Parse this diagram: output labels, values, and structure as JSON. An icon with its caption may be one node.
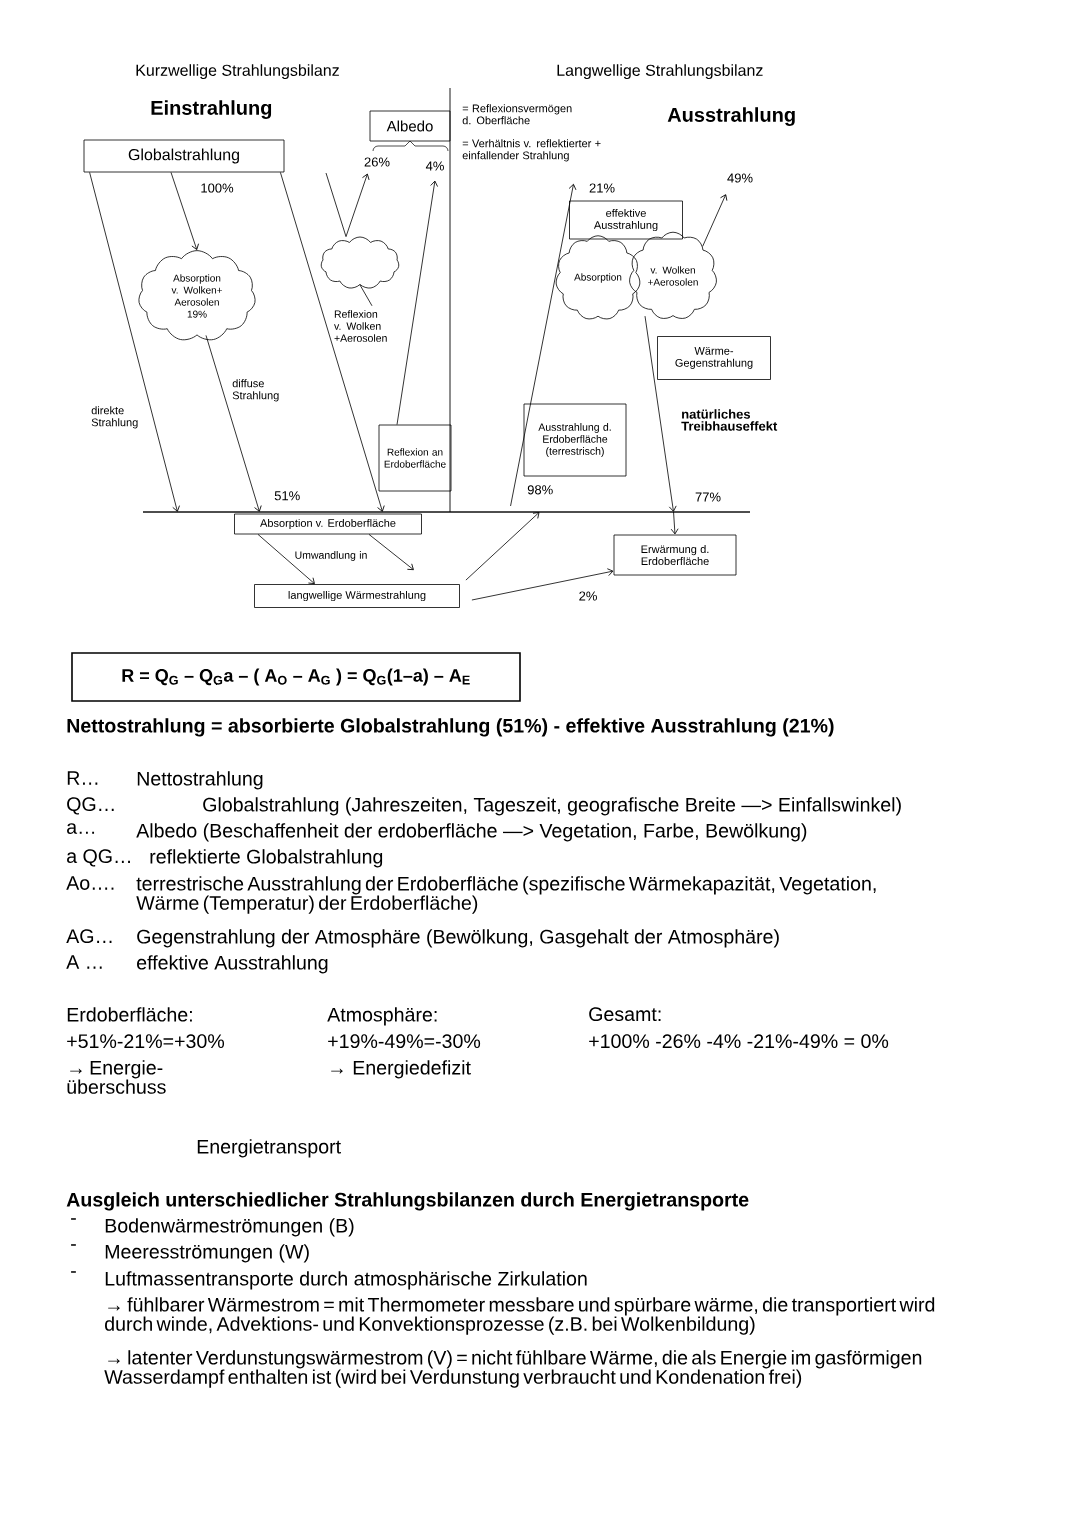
{
  "diagram": {
    "nodes": [
      {
        "text": [
          "Globalstrahlung"
        ]
      },
      {
        "text": [
          "Albedo"
        ]
      },
      {
        "text": [
          "Absorption v. Wolken+ Aerosolen",
          "19%"
        ]
      },
      {
        "text": [],
        "shape": "cloud"
      },
      {
        "text": [
          "Reflexion v. Wolken +Aerosolen"
        ]
      },
      {
        "text": [
          "Reflexion an Erdoberfläche"
        ]
      },
      {
        "text": [],
        "shape": "line"
      },
      {
        "text": [
          "Absorption v. Erdoberfläche"
        ]
      },
      {
        "text": [
          "langwellige Wärmestrahlung"
        ]
      },
      {
        "text": [
          "effektive Ausstrahlung"
        ]
      },
      {
        "text": [
          "Absorption"
        ]
      },
      {
        "text": [
          "v. Wolken +Aerosolen"
        ]
      },
      {
        "text": [
          "Wärme- Gegenstrahlung"
        ]
      },
      {
        "text": [
          "Ausstrahlung d. Erdoberfläche (terrestrisch)"
        ]
      },
      {
        "text": [
          "Erwärmung d. Erdoberfläche"
        ]
      },
      {
        "text": [
          "R = Q$_{G}$ – Q$_{G}$a – ( A$_{O}$ – A$_{G}$ ) = Q$_{G}$(1–a) – A$_{E}$"
        ]
      }
    ],
    "edges": [
      {
        "from": 0,
        "to": 6,
        "arrow": "to",
        "label": "direkte Strahlung"
      },
      {
        "from": 0,
        "to": 2,
        "arrow": "to",
        "label": "100%"
      },
      {
        "from": 2,
        "to": 6,
        "arrow": "to",
        "label": "diffuse Strahlung"
      },
      {
        "from": 0,
        "to": 6,
        "arrow": "to"
      },
      {
        "from": null,
        "to": 3,
        "arrow": "none"
      },
      {
        "from": 3,
        "to": 1,
        "arrow": "to",
        "label": "26%"
      },
      {
        "from": 4,
        "to": 3,
        "arrow": "none"
      },
      {
        "from": 5,
        "to": 1,
        "arrow": "to",
        "label": "4%"
      },
      {
        "from": 7,
        "to": 8,
        "arrow": "to",
        "label": "Umwandlung in"
      },
      {
        "from": 7,
        "to": 8,
        "arrow": "to"
      },
      {
        "from": 8,
        "to": 6,
        "arrow": "to"
      },
      {
        "from": 8,
        "to": 14,
        "arrow": "to",
        "label": "2%"
      },
      {
        "from": 6,
        "to": 9,
        "arrow": "to",
        "label": "21%"
      },
      {
        "from": 11,
        "to": null,
        "arrow": "to",
        "label": "49%"
      },
      {
        "from": 11,
        "to": 6,
        "arrow": "to",
        "label": "77%"
      },
      {
        "from": 6,
        "to": 14,
        "arrow": "to"
      }
    ],
    "labels": [
      "Kurzwellige Strahlungsbilanz",
      "Einstrahlung",
      "Langwellige Strahlungsbilanz",
      "= Reflexionsvermögen d. Oberfläche",
      "Ausstrahlung",
      "= Verhältnis v. reflektierter + einfallender Strahlung",
      "51%",
      "98%",
      "natürliches Treibhauseffekt",
      "Nettostrahlung = absorbierte Globalstrahlung (51%) - effektive Ausstrahlung (21%)",
      "R…",
      "Nettostrahlung",
      "QG…",
      "Globalstrahlung (Jahreszeiten, Tageszeit, geografische Breite —> Einfallswinkel)",
      "a…",
      "Albedo (Beschaffenheit der erdoberfläche —> Vegetation, Farbe, Bewölkung)",
      "a QG…",
      "reflektierte Globalstrahlung",
      "Ao….",
      "terrestrische Ausstrahlung der Erdoberfläche (spezifische Wärmekapazität, Vegetation, Wärme (Temperatur) der Erdoberfläche)",
      "AG…",
      "Gegenstrahlung der Atmosphäre (Bewölkung, Gasgehalt der Atmosphäre)",
      "A …",
      "effektive Ausstrahlung",
      "Erdoberfläche:",
      "Atmosphäre:",
      "Gesamt:",
      "+51%-21%=+30%",
      "+19%-49%=-30%",
      "+100% -26% -4% -21%-49% = 0%",
      "→ Energie- überschuss",
      "→ Energiedefizit",
      "Energietransport",
      "Ausgleich unterschiedlicher Strahlungsbilanzen durch Energietransporte",
      "-",
      "Bodenwärmeströmungen (B)",
      "-",
      "Meeresströmungen (W)",
      "-",
      "Luftmassentransporte durch atmosphärische Zirkulation",
      "→ fühlbarer Wärmestrom = mit Thermometer messbare und spürbare wärme, die transportiert wird durch winde, Advektions- und Konvektionsprozesse (z.B. bei Wolkenbildung)",
      "→ latenter Verdunstungswärmestrom (V) = nicht fühlbare Wärme, die als Energie im gasförmigen Wasserdampf enthalten ist (wird bei Verdunstung verbraucht und Kondenation frei)"
    ]
  }
}
